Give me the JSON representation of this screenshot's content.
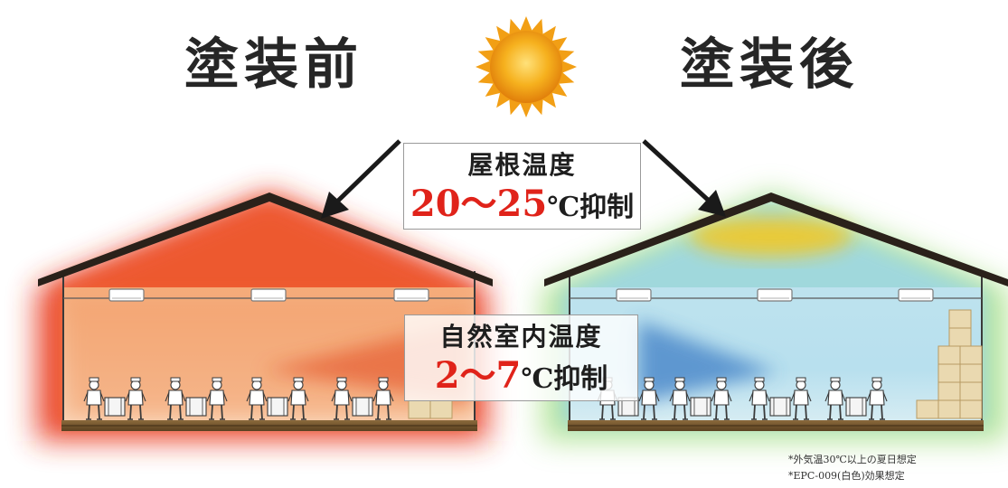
{
  "headings": {
    "before": "塗装前",
    "after": "塗装後"
  },
  "roof_label": {
    "title": "屋根温度",
    "range": "20～25",
    "unit": "℃抑制"
  },
  "indoor_label": {
    "title": "自然室内温度",
    "range": "2～7",
    "unit": "℃抑制"
  },
  "notes": [
    "*外気温30℃以上の夏日想定",
    "*EPC-009(白色)効果想定"
  ],
  "colors": {
    "hot": "#e8351c",
    "hot_mid": "#f29a5c",
    "cool": "#7fc8e6",
    "cool_accent": "#3f7fc6",
    "green_glow": "#9fdd7a",
    "yellow_glow": "#f5c81e",
    "roof": "#2a211a",
    "highlight_red": "#e0231a",
    "sun": "#f29f15"
  },
  "icons": [
    "sun-icon",
    "arrow-icon",
    "ceiling-light-icon",
    "worker-icon",
    "cardboard-box-icon"
  ]
}
